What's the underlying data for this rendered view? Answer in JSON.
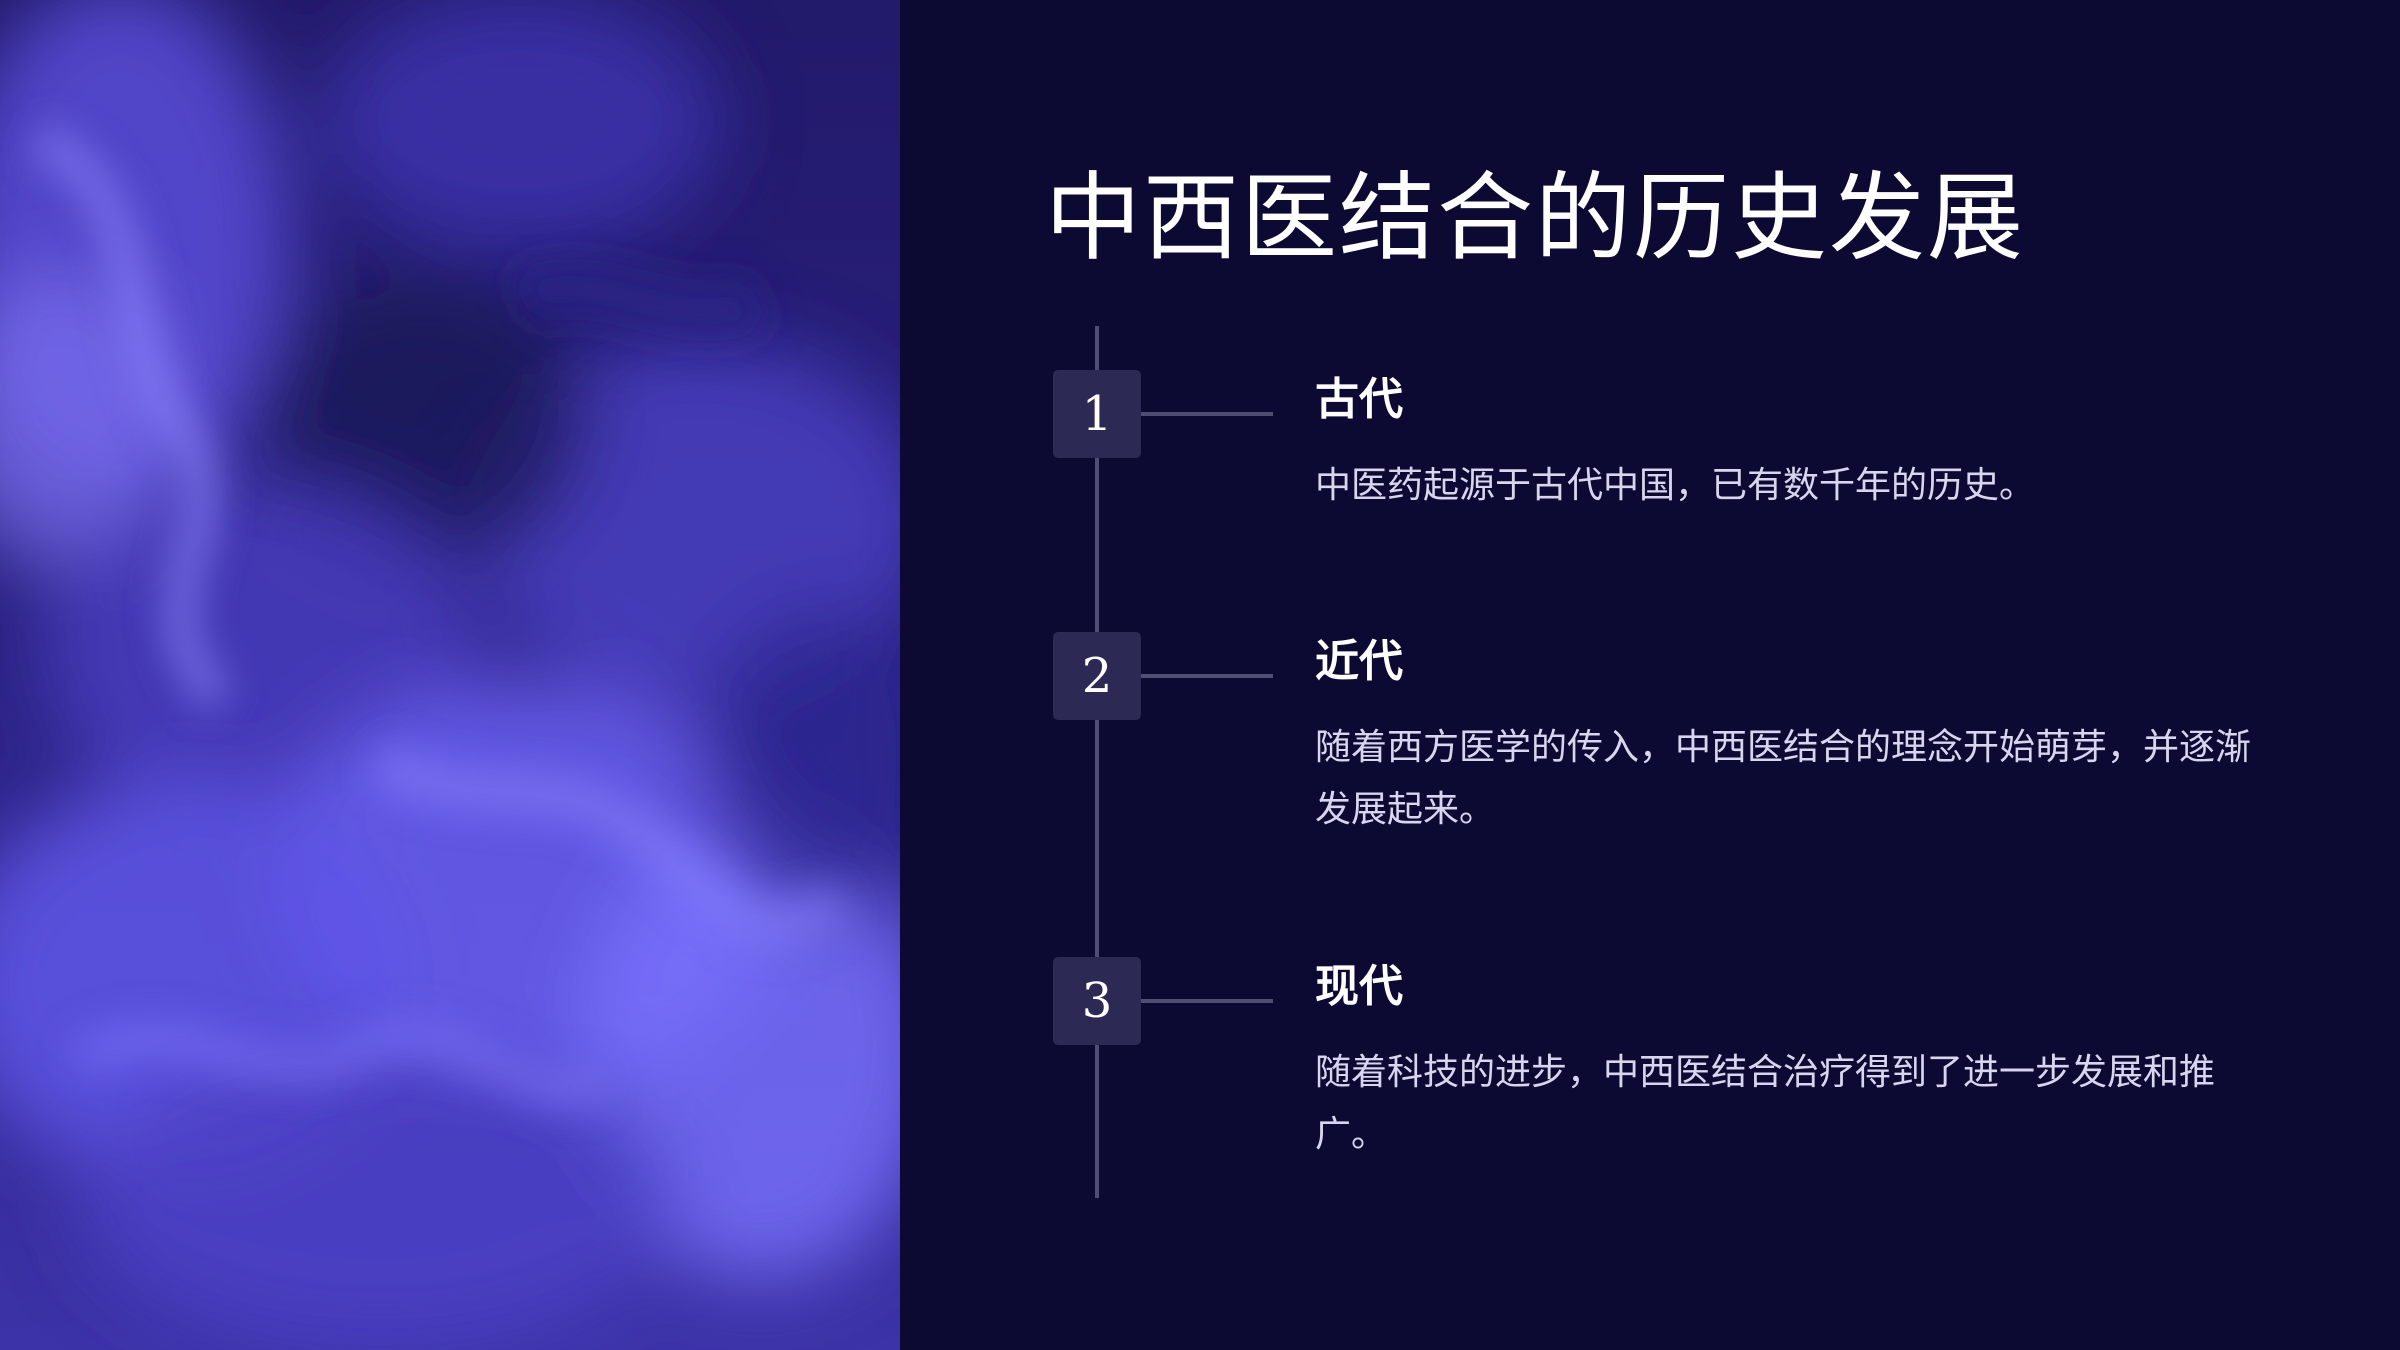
{
  "title": "中西医结合的历史发展",
  "colors": {
    "background": "#0c0a33",
    "panel_box": "#2c2a55",
    "line": "#4f4d72",
    "accent_smoke": "#6a5ff0"
  },
  "timeline": [
    {
      "number": "1",
      "heading": "古代",
      "description": "中医药起源于古代中国，已有数千年的历史。"
    },
    {
      "number": "2",
      "heading": "近代",
      "description": "随着西方医学的传入，中西医结合的理念开始萌芽，并逐渐发展起来。"
    },
    {
      "number": "3",
      "heading": "现代",
      "description": "随着科技的进步，中西医结合治疗得到了进一步发展和推广。"
    }
  ]
}
